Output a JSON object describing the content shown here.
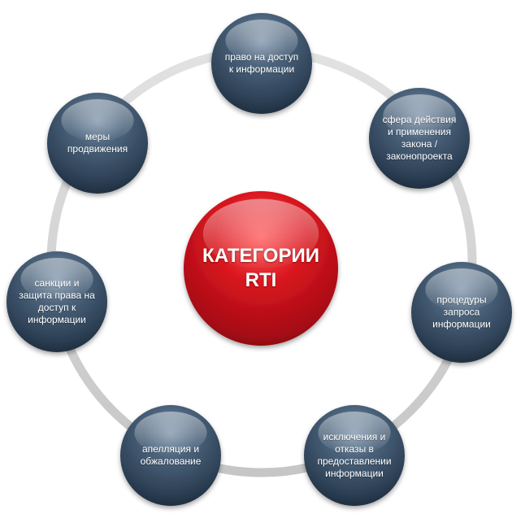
{
  "diagram": {
    "center": {
      "label": "КАТЕГОРИИ\nRTI",
      "color": "#c8102e"
    },
    "ring_color": "#d4d4d4",
    "node_color": "#34495f",
    "nodes": [
      {
        "id": "access-right",
        "label": "право на доступ\nк информации"
      },
      {
        "id": "scope",
        "label": "сфера действия\nи применения\nзакона /\nзаконопроекта"
      },
      {
        "id": "request-procedures",
        "label": "процедуры\nзапроса\nинформации"
      },
      {
        "id": "exceptions",
        "label": "исключения и\nотказы в\nпредоставлении\nинформации"
      },
      {
        "id": "appeal",
        "label": "апелляция и\nобжалование"
      },
      {
        "id": "sanctions",
        "label": "санкции и\nзащита права на\nдоступ к\nинформации"
      },
      {
        "id": "promotion",
        "label": "меры\nпродвижения"
      }
    ]
  }
}
